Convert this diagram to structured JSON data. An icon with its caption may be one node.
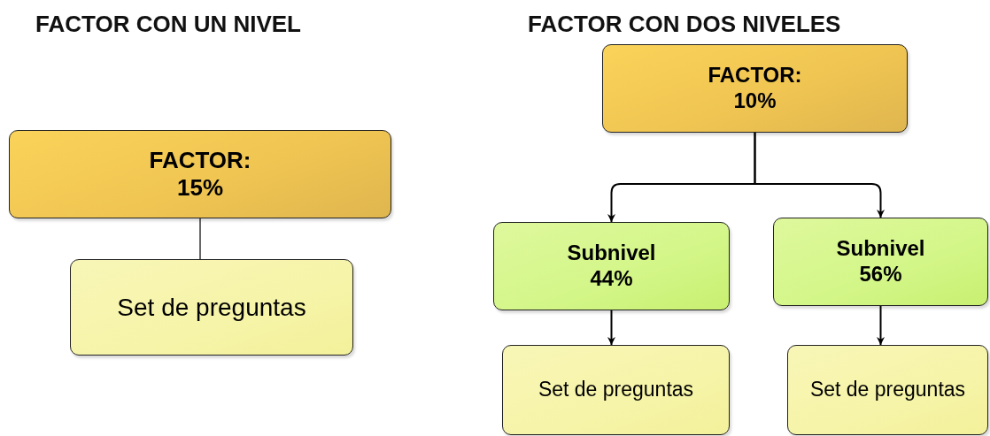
{
  "diagram": {
    "nodes": [
      {
        "text": [
          "FACTOR: 15%"
        ]
      },
      {
        "text": [
          "Set de preguntas"
        ]
      },
      {
        "text": [
          "FACTOR: 10%"
        ]
      },
      {
        "text": [
          "Subnivel 44%"
        ]
      },
      {
        "text": [
          "Subnivel 56%"
        ]
      },
      {
        "text": [
          "Set de preguntas"
        ]
      },
      {
        "text": [
          "Set de preguntas"
        ]
      }
    ],
    "edges": [
      {
        "from": 0,
        "to": 1,
        "arrow": "none",
        "color": "#666666"
      },
      {
        "from": 2,
        "to": 3,
        "arrow": "to"
      },
      {
        "from": 2,
        "to": 4,
        "arrow": "to"
      },
      {
        "from": 3,
        "to": 5,
        "arrow": "to"
      },
      {
        "from": 4,
        "to": 6,
        "arrow": "to"
      }
    ],
    "labels": [
      "FACTOR CON UN NIVEL",
      "FACTOR CON DOS NIVELES"
    ]
  }
}
